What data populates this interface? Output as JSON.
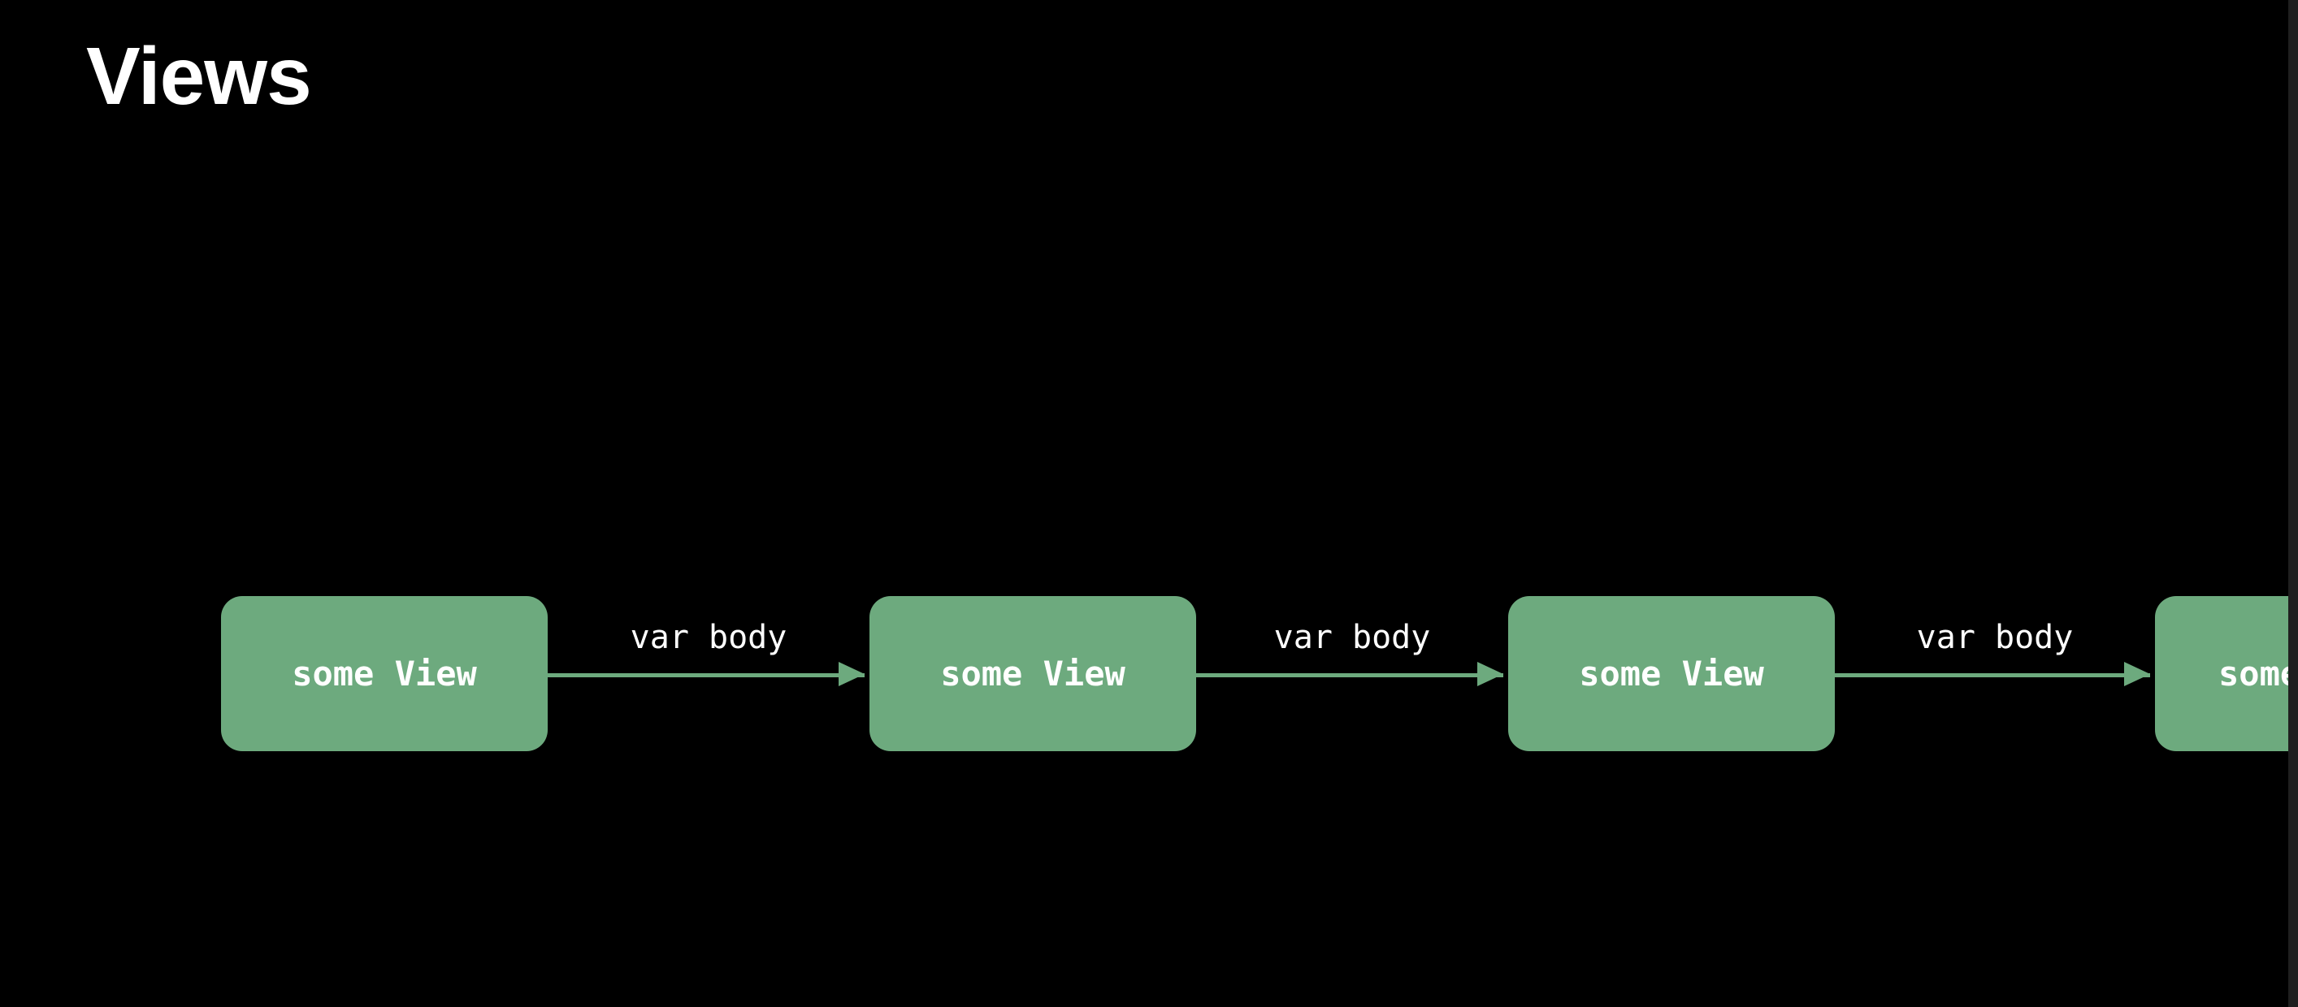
{
  "slide": {
    "title": "Views"
  },
  "diagram": {
    "nodes": [
      {
        "label": "some View"
      },
      {
        "label": "some View"
      },
      {
        "label": "some View"
      },
      {
        "label": "some View"
      }
    ],
    "edges": [
      {
        "label": "var body"
      },
      {
        "label": "var body"
      },
      {
        "label": "var body"
      }
    ],
    "colors": {
      "background": "#000000",
      "node_fill": "#6daa7e",
      "arrow": "#6daa7e",
      "text": "#ffffff"
    }
  }
}
